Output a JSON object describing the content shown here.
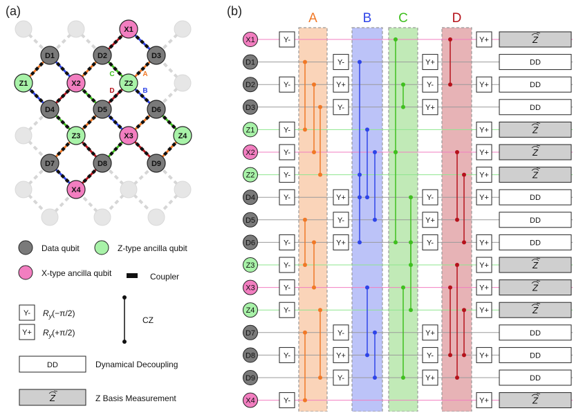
{
  "panel_a_label": "(a)",
  "panel_b_label": "(b)",
  "lattice": {
    "nodes": [
      {
        "id": "X1",
        "label": "X1",
        "type": "X"
      },
      {
        "id": "D1",
        "label": "D1",
        "type": "data"
      },
      {
        "id": "D2",
        "label": "D2",
        "type": "data"
      },
      {
        "id": "D3",
        "label": "D3",
        "type": "data"
      },
      {
        "id": "Z1",
        "label": "Z1",
        "type": "Z"
      },
      {
        "id": "X2",
        "label": "X2",
        "type": "X"
      },
      {
        "id": "Z2",
        "label": "Z2",
        "type": "Z"
      },
      {
        "id": "D4",
        "label": "D4",
        "type": "data"
      },
      {
        "id": "D5",
        "label": "D5",
        "type": "data"
      },
      {
        "id": "D6",
        "label": "D6",
        "type": "data"
      },
      {
        "id": "Z3",
        "label": "Z3",
        "type": "Z"
      },
      {
        "id": "X3",
        "label": "X3",
        "type": "X"
      },
      {
        "id": "Z4",
        "label": "Z4",
        "type": "Z"
      },
      {
        "id": "D7",
        "label": "D7",
        "type": "data"
      },
      {
        "id": "D8",
        "label": "D8",
        "type": "data"
      },
      {
        "id": "D9",
        "label": "D9",
        "type": "data"
      },
      {
        "id": "X4",
        "label": "X4",
        "type": "X"
      }
    ],
    "edges": [
      {
        "a": "X1",
        "b": "D2",
        "step": "D"
      },
      {
        "a": "X1",
        "b": "D3",
        "step": "B"
      },
      {
        "a": "D1",
        "b": "Z1",
        "step": "A"
      },
      {
        "a": "D1",
        "b": "X2",
        "step": "B"
      },
      {
        "a": "D2",
        "b": "X2",
        "step": "A"
      },
      {
        "a": "D2",
        "b": "Z2",
        "step": "C"
      },
      {
        "a": "D3",
        "b": "Z2",
        "step": "A"
      },
      {
        "a": "Z1",
        "b": "D4",
        "step": "B"
      },
      {
        "a": "X2",
        "b": "D4",
        "step": "D"
      },
      {
        "a": "X2",
        "b": "D5",
        "step": "C"
      },
      {
        "a": "Z2",
        "b": "D5",
        "step": "D"
      },
      {
        "a": "Z2",
        "b": "D6",
        "step": "B"
      },
      {
        "a": "D4",
        "b": "Z3",
        "step": "C"
      },
      {
        "a": "D5",
        "b": "Z3",
        "step": "A"
      },
      {
        "a": "D5",
        "b": "X3",
        "step": "B"
      },
      {
        "a": "D6",
        "b": "X3",
        "step": "A"
      },
      {
        "a": "D6",
        "b": "Z4",
        "step": "C"
      },
      {
        "a": "Z3",
        "b": "D7",
        "step": "A"
      },
      {
        "a": "Z3",
        "b": "D8",
        "step": "D"
      },
      {
        "a": "X3",
        "b": "D8",
        "step": "C"
      },
      {
        "a": "X3",
        "b": "D9",
        "step": "D"
      },
      {
        "a": "Z4",
        "b": "D9",
        "step": "A"
      },
      {
        "a": "D7",
        "b": "X4",
        "step": "B"
      },
      {
        "a": "D8",
        "b": "X4",
        "step": "D"
      }
    ],
    "step_labels": [
      "C",
      "A",
      "D",
      "B"
    ]
  },
  "legend": {
    "data_qubit": "Data qubit",
    "z_ancilla": "Z-type ancilla qubit",
    "x_ancilla": "X-type ancilla qubit",
    "coupler": "Coupler",
    "y_minus_box": "Y-",
    "y_minus_desc_prefix": "R",
    "y_minus_desc_sub": "y",
    "y_minus_desc_suffix": "(−π/2)",
    "y_plus_box": "Y+",
    "y_plus_desc_prefix": "R",
    "y_plus_desc_sub": "y",
    "y_plus_desc_suffix": "(+π/2)",
    "cz": "CZ",
    "dd_box": "DD",
    "dd_desc": "Dynamical Decoupling",
    "meas_desc": "Z Basis Measurement"
  },
  "circuit": {
    "steps": [
      "A",
      "B",
      "C",
      "D"
    ],
    "rows": [
      {
        "label": "X1",
        "type": "X",
        "g1": "Y-",
        "g2": "",
        "g3": "",
        "g4": "Y+",
        "end": "M"
      },
      {
        "label": "D1",
        "type": "data",
        "g1": "",
        "g2": "Y-",
        "g3": "Y+",
        "g4": "",
        "end": "DD"
      },
      {
        "label": "D2",
        "type": "data",
        "g1": "Y-",
        "g2": "Y+",
        "g3": "Y-",
        "g4": "Y+",
        "end": "DD"
      },
      {
        "label": "D3",
        "type": "data",
        "g1": "",
        "g2": "Y-",
        "g3": "Y+",
        "g4": "",
        "end": "DD"
      },
      {
        "label": "Z1",
        "type": "Z",
        "g1": "Y-",
        "g2": "",
        "g3": "",
        "g4": "Y+",
        "end": "M"
      },
      {
        "label": "X2",
        "type": "X",
        "g1": "Y-",
        "g2": "",
        "g3": "",
        "g4": "Y+",
        "end": "M"
      },
      {
        "label": "Z2",
        "type": "Z",
        "g1": "Y-",
        "g2": "",
        "g3": "",
        "g4": "Y+",
        "end": "M"
      },
      {
        "label": "D4",
        "type": "data",
        "g1": "Y-",
        "g2": "Y+",
        "g3": "Y-",
        "g4": "Y+",
        "end": "DD"
      },
      {
        "label": "D5",
        "type": "data",
        "g1": "",
        "g2": "Y-",
        "g3": "Y+",
        "g4": "",
        "end": "DD"
      },
      {
        "label": "D6",
        "type": "data",
        "g1": "Y-",
        "g2": "Y+",
        "g3": "Y-",
        "g4": "Y+",
        "end": "DD"
      },
      {
        "label": "Z3",
        "type": "Z",
        "g1": "Y-",
        "g2": "",
        "g3": "",
        "g4": "Y+",
        "end": "M"
      },
      {
        "label": "X3",
        "type": "X",
        "g1": "Y-",
        "g2": "",
        "g3": "",
        "g4": "Y+",
        "end": "M"
      },
      {
        "label": "Z4",
        "type": "Z",
        "g1": "Y-",
        "g2": "",
        "g3": "",
        "g4": "Y+",
        "end": "M"
      },
      {
        "label": "D7",
        "type": "data",
        "g1": "",
        "g2": "Y-",
        "g3": "Y+",
        "g4": "",
        "end": "DD"
      },
      {
        "label": "D8",
        "type": "data",
        "g1": "Y-",
        "g2": "Y+",
        "g3": "Y-",
        "g4": "Y+",
        "end": "DD"
      },
      {
        "label": "D9",
        "type": "data",
        "g1": "",
        "g2": "Y-",
        "g3": "Y+",
        "g4": "",
        "end": "DD"
      },
      {
        "label": "X4",
        "type": "X",
        "g1": "Y-",
        "g2": "",
        "g3": "",
        "g4": "Y+",
        "end": "M"
      }
    ],
    "cz": {
      "A": [
        [
          "D1",
          "Z1"
        ],
        [
          "D2",
          "X2"
        ],
        [
          "D3",
          "Z2"
        ],
        [
          "D5",
          "Z3"
        ],
        [
          "D6",
          "X3"
        ],
        [
          "Z4",
          "D9"
        ],
        [
          "D7",
          "X4"
        ]
      ],
      "B": [
        [
          "D1",
          "D4"
        ],
        [
          "Z1",
          "D4"
        ],
        [
          "X2",
          "D5"
        ],
        [
          "Z2",
          "D6"
        ],
        [
          "X3",
          "D8"
        ],
        [
          "D7",
          "D9"
        ]
      ],
      "C": [
        [
          "X1",
          "X2"
        ],
        [
          "D2",
          "D3"
        ],
        [
          "D4",
          "Z3"
        ],
        [
          "X2",
          "D6"
        ],
        [
          "X3",
          "D9"
        ],
        [
          "D6",
          "Z4"
        ]
      ],
      "D": [
        [
          "X1",
          "D2"
        ],
        [
          "X2",
          "D5"
        ],
        [
          "Z2",
          "D6"
        ],
        [
          "X3",
          "D8"
        ],
        [
          "Z3",
          "D9"
        ],
        [
          "Z4",
          "D8"
        ]
      ]
    },
    "meas_symbol": "Z"
  },
  "colors": {
    "A": "#f07826",
    "B": "#2e44e8",
    "C": "#3fbf1f",
    "D": "#b5121b",
    "data": "#7a7a7a",
    "z_anc": "#a8f2a8",
    "x_anc": "#f27ec0",
    "coupler": "#111111"
  }
}
